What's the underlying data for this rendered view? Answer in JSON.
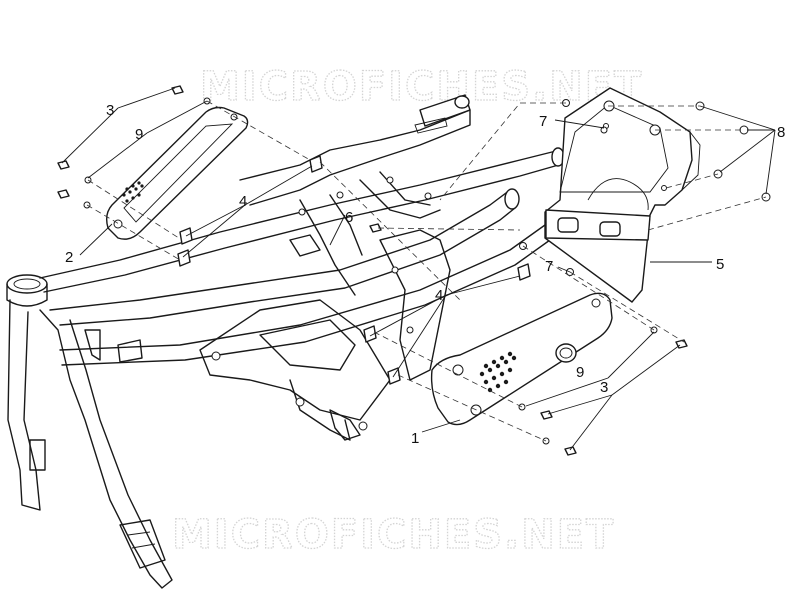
{
  "watermark": {
    "top": "MICROFICHES.NET",
    "bottom": "MICROFICHES.NET",
    "color": "#d4d4d4"
  },
  "callouts": {
    "c1": "1",
    "c2": "2",
    "c3_left": "3",
    "c3_right": "3",
    "c4_top": "4",
    "c4_mid": "4",
    "c5": "5",
    "c6": "6",
    "c7_top": "7",
    "c7_mid": "7",
    "c8": "8",
    "c9_left": "9",
    "c9_right": "9"
  },
  "colors": {
    "line": "#1a1a1a",
    "background": "#ffffff"
  }
}
